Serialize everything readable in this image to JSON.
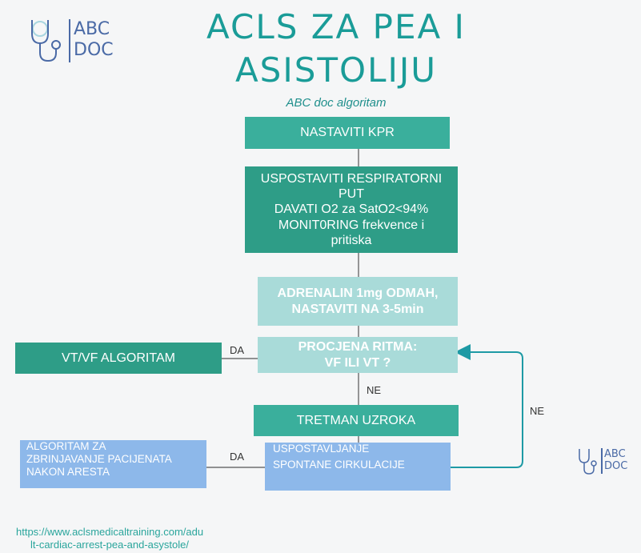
{
  "title": {
    "line1": "ACLS ZA PEA I",
    "line2": "ASISTOLIJU",
    "subtitle": "ABC doc algoritam"
  },
  "logo": {
    "line1": "ABC",
    "line2": "DOC"
  },
  "nodes": {
    "nastaviti_kpr": "NASTAVITI KPR",
    "respiratorni": [
      "USPOSTAVITI RESPIRATORNI",
      "PUT",
      "DAVATI O2 za SatO2<94%",
      "MONIT0RING frekvence i",
      "pritiska"
    ],
    "adrenalin": [
      "ADRENALIN 1mg ODMAH,",
      "NASTAVITI NA 3-5min"
    ],
    "procjena": [
      "PROCJENA RITMA:",
      "VF ILI VT ?"
    ],
    "vtvf": "VT/VF ALGORITAM",
    "tretman": "TRETMAN UZROKA",
    "uspostavljanje": [
      "USPOSTAVLJANJE",
      "SPONTANE CIRKULACIJE"
    ],
    "algoritam_zbrinjavanje": [
      "ALGORITAM ZA",
      "ZBRINJAVANJE PACIJENATA",
      "NAKON ARESTA"
    ]
  },
  "edge_labels": {
    "da_vtvf": "DA",
    "ne_tretman": "NE",
    "ne_loop": "NE",
    "da_algoritam": "DA"
  },
  "source_url": {
    "line1": "https://www.aclsmedicaltraining.com/adu",
    "line2": "lt-cardiac-arrest-pea-and-asystole/"
  },
  "colors": {
    "title": "#1a9c98",
    "teal_box": "#3aaf9c",
    "dark_box": "#2e9d87",
    "light_box": "#a9dbd9",
    "blue_box": "#8db8ea",
    "loop_arrow": "#1e9aa5"
  }
}
